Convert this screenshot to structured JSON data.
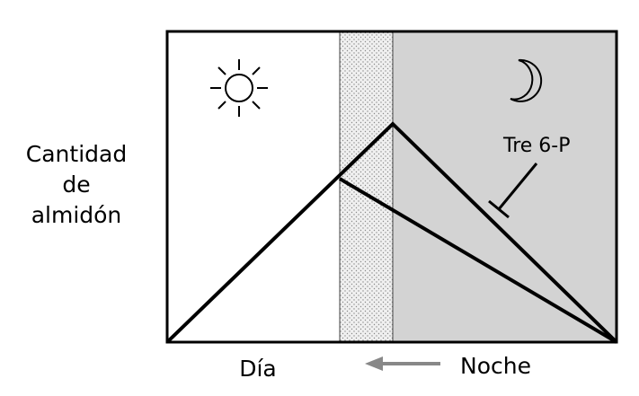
{
  "y_label_lines": [
    "Cantidad",
    "de",
    "almidón"
  ],
  "x_label_day": "Día",
  "x_label_night": "Noche",
  "annotation": "Tre 6-P",
  "icons": {
    "day": "sun-icon",
    "night": "moon-icon",
    "shift": "arrow-left-icon"
  },
  "colors": {
    "night_bg": "#d3d3d3",
    "dusk_band": "#e2e2e2",
    "line": "#000000",
    "arrow": "#888888"
  }
}
